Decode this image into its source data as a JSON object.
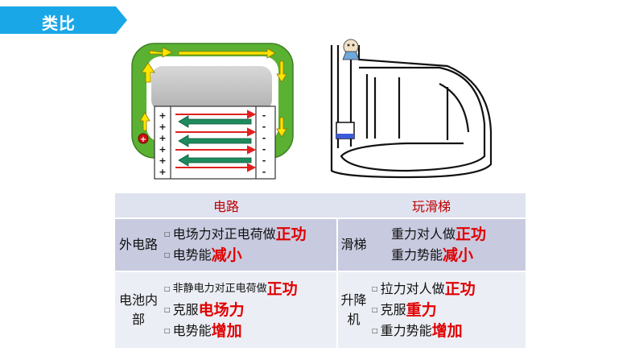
{
  "header": {
    "title": "类比"
  },
  "table": {
    "col_left": "电路",
    "col_right": "玩滑梯",
    "row1": {
      "left_label": "外电路",
      "left_lines": [
        {
          "text": "电场力对正电荷做",
          "accent": "正功"
        },
        {
          "text": "电势能 ",
          "accent": "减小"
        }
      ],
      "right_label": "滑梯",
      "right_lines": [
        {
          "text": "重力对人做",
          "accent": "正功"
        },
        {
          "text": "重力势能",
          "accent": "减小"
        }
      ]
    },
    "row2": {
      "left_label": "电池内部",
      "left_lines": [
        {
          "text": "非静电力对正电荷做",
          "accent": "正功"
        },
        {
          "text": "克服 ",
          "accent": "电场力"
        },
        {
          "text": "电势能 ",
          "accent": "增加"
        }
      ],
      "right_label": "升降机",
      "right_lines": [
        {
          "text": "拉力对人做 ",
          "accent": "正功"
        },
        {
          "text": "克服 ",
          "accent": "重力"
        },
        {
          "text": "重力势能 ",
          "accent": "增加"
        }
      ]
    }
  },
  "circuit": {
    "plus_signs": [
      "+",
      "+",
      "+",
      "+",
      "+",
      "+"
    ],
    "minus_signs": [
      "-",
      "-",
      "-",
      "-",
      "-",
      "-"
    ],
    "terminal": "+"
  },
  "colors": {
    "banner": "#1aa7e8",
    "frame_green": "#5ab132",
    "arrow_yellow": "#ffe400",
    "arrow_red": "#e02020",
    "arrow_green": "#1e8a5e",
    "accent_red": "#e00000"
  }
}
